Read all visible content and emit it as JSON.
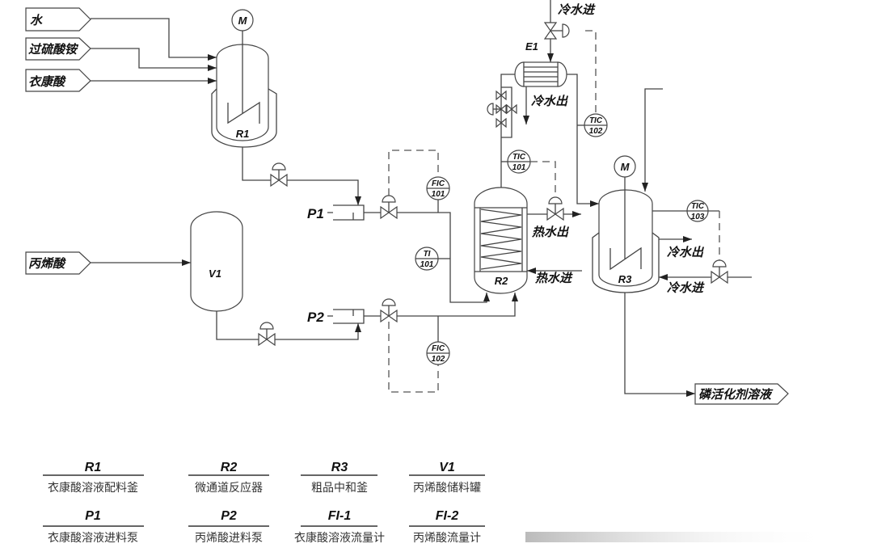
{
  "diagram": {
    "feeds": [
      {
        "label": "水"
      },
      {
        "label": "过硫酸铵"
      },
      {
        "label": "衣康酸"
      },
      {
        "label": "丙烯酸"
      }
    ],
    "product": {
      "label": "磷活化剂溶液"
    },
    "equipment": {
      "R1": "R1",
      "R2": "R2",
      "R3": "R3",
      "V1": "V1",
      "P1": "P1",
      "P2": "P2",
      "E1": "E1",
      "motor": "M"
    },
    "instruments": [
      {
        "type": "FIC",
        "number": "101"
      },
      {
        "type": "FIC",
        "number": "102"
      },
      {
        "type": "TI",
        "number": "101"
      },
      {
        "type": "TIC",
        "number": "101"
      },
      {
        "type": "TIC",
        "number": "102"
      },
      {
        "type": "TIC",
        "number": "103"
      }
    ],
    "utilities": {
      "e1_cold_in": "冷水进",
      "e1_cold_out": "冷水出",
      "r2_hot_out": "热水出",
      "r2_hot_in": "热水进",
      "r3_cold_out": "冷水出",
      "r3_cold_in": "冷水进"
    }
  },
  "legend": [
    {
      "code": "R1",
      "desc": "衣康酸溶液配料釜"
    },
    {
      "code": "R2",
      "desc": "微通道反应器"
    },
    {
      "code": "R3",
      "desc": "粗品中和釜"
    },
    {
      "code": "V1",
      "desc": "丙烯酸储料罐"
    },
    {
      "code": "P1",
      "desc": "衣康酸溶液进料泵"
    },
    {
      "code": "P2",
      "desc": "丙烯酸进料泵"
    },
    {
      "code": "FI-1",
      "desc": "衣康酸溶液流量计"
    },
    {
      "code": "FI-2",
      "desc": "丙烯酸流量计"
    }
  ],
  "colors": {
    "line": "#444444",
    "background": "#ffffff"
  }
}
